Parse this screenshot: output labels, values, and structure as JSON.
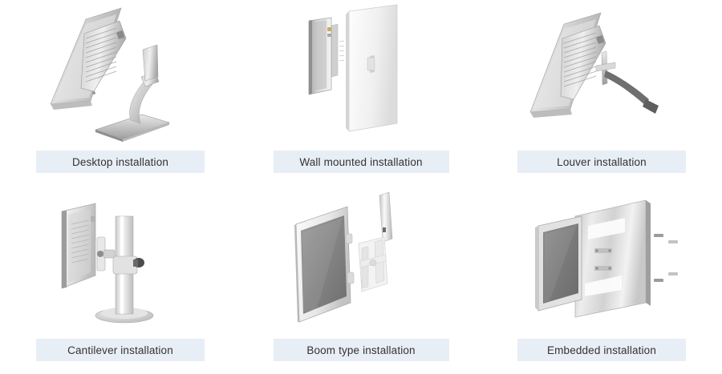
{
  "page": {
    "background_color": "#ffffff",
    "caption_background_color": "#e8eef5",
    "caption_text_color": "#333333",
    "columns": 3,
    "rows": 2
  },
  "gallery": {
    "items": [
      {
        "id": "desktop-installation",
        "label": "Desktop installation",
        "image_name": "monitor-on-desktop-stand-illustration",
        "description": "Industrial panel monitor angled on a weighted desktop stand, rear three-quarter view"
      },
      {
        "id": "wall-mounted-installation",
        "label": "Wall mounted installation",
        "image_name": "monitor-wall-mount-illustration",
        "description": "Slim panel monitor mounted flush against a wall plate with bracket"
      },
      {
        "id": "louver-installation",
        "label": "Louver installation",
        "image_name": "monitor-louver-arm-illustration",
        "description": "Panel monitor on a louver hook arm bracket"
      },
      {
        "id": "cantilever-installation",
        "label": "Cantilever installation",
        "image_name": "monitor-cantilever-pole-illustration",
        "description": "Panel monitor on a cantilever arm attached to a vertical pole with round base"
      },
      {
        "id": "boom-type-installation",
        "label": "Boom type installation",
        "image_name": "monitor-boom-pole-illustration",
        "description": "Panel monitor with dark screen mounted on a vertical boom pole with articulating bracket"
      },
      {
        "id": "embedded-installation",
        "label": "Embedded installation",
        "image_name": "monitor-embedded-panel-illustration",
        "description": "Panel monitor embedded into a cutout in a metal panel with mounting clips"
      }
    ]
  }
}
